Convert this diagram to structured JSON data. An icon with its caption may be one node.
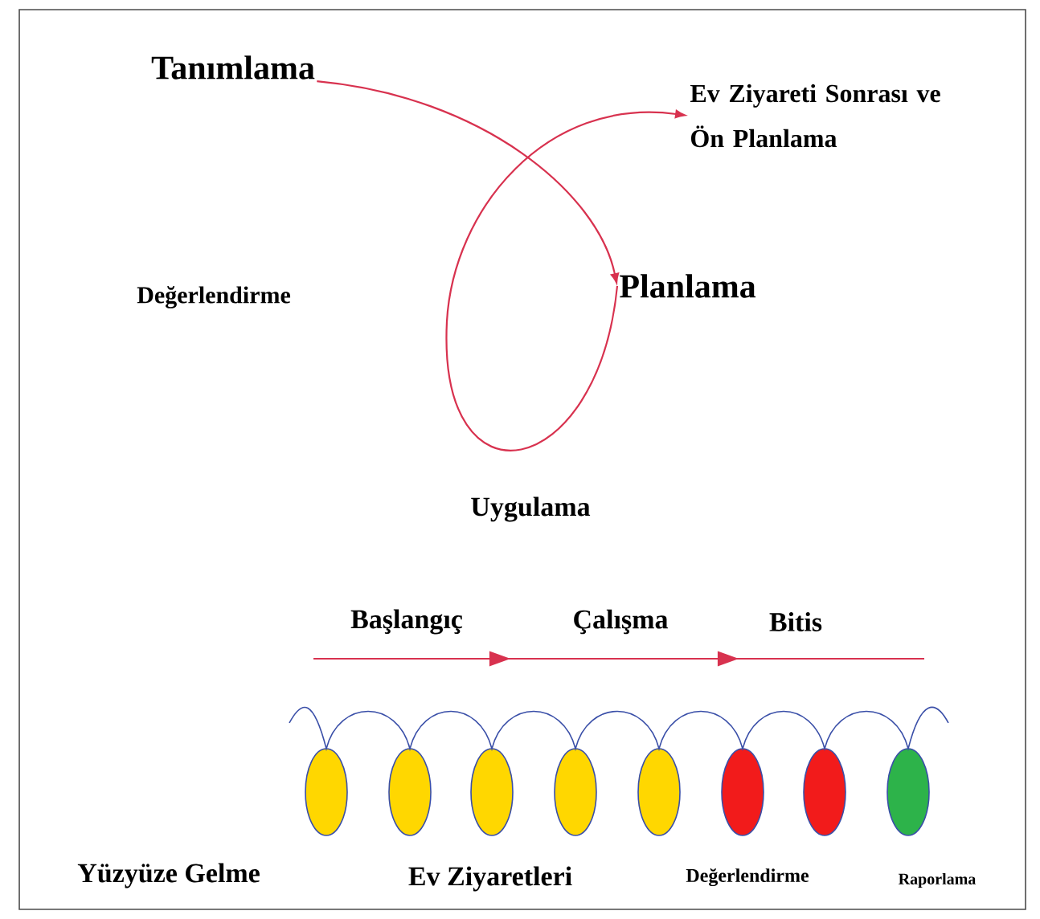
{
  "diagram": {
    "nodes": [
      {
        "text": [
          "Tanımlama"
        ]
      },
      {
        "text": [
          "Ev Ziyareti Sonrası ve Ön Planlama"
        ]
      },
      {
        "text": [
          "Planlama"
        ]
      }
    ],
    "edges": [
      {
        "from": 0,
        "to": 2,
        "arrow": "to"
      },
      {
        "from": 2,
        "to": 1,
        "arrow": "to"
      }
    ],
    "labels": [
      "Değerlendirme",
      "Uygulama",
      "Başlangıç",
      "Çalışma",
      "Bitis",
      "Yüzyüze Gelme",
      "Ev Ziyaretleri",
      "Değerlendirme",
      "Raporlama"
    ]
  }
}
